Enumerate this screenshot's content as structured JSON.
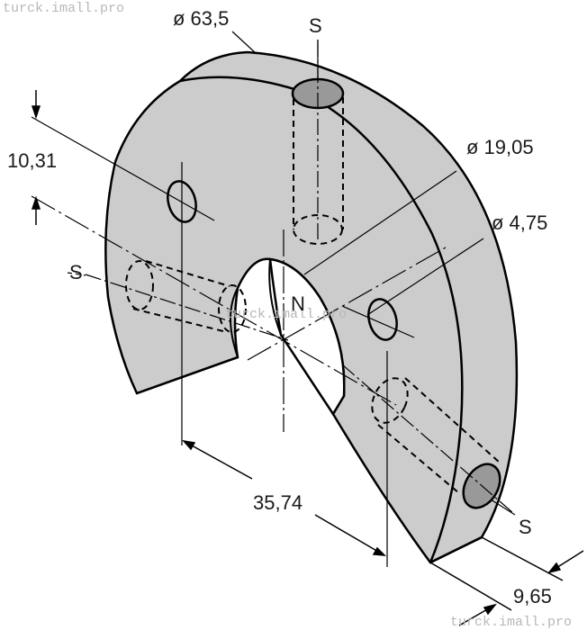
{
  "watermark": {
    "top_left": "turck.imall.pro",
    "center": "turck.imall.pro",
    "bottom_right": "turck.imall.pro"
  },
  "dimensions": {
    "outer_diameter": "ø 63,5",
    "inner_diameter": "ø 19,05",
    "hole_diameter": "ø 4,75",
    "offset_height": "10,31",
    "center_distance": "35,74",
    "thickness": "9,65"
  },
  "poles": {
    "south_top": "S",
    "south_left": "S",
    "south_bottom": "S",
    "north": "N"
  },
  "colors": {
    "body_fill": "#cccccc",
    "magnet_fill": "#999999",
    "line": "#000000",
    "bore_fill": "#ffffff"
  }
}
